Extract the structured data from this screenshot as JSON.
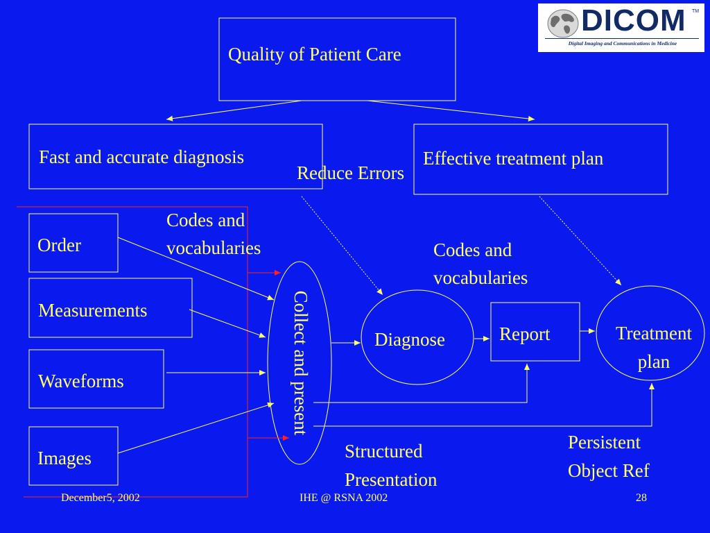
{
  "logo": {
    "wordmark": "DICOM",
    "trademark": "TM",
    "tagline": "Digital Imaging and Communications in Medicine"
  },
  "nodes": {
    "quality": "Quality of Patient Care",
    "diagnosis": "Fast and accurate diagnosis",
    "treatment_plan_goal": "Effective treatment plan",
    "order": "Order",
    "measurements": "Measurements",
    "waveforms": "Waveforms",
    "images": "Images",
    "collect": "Collect and present",
    "diagnose": "Diagnose",
    "report": "Report",
    "treatment": "Treatment plan"
  },
  "annotations": {
    "reduce_errors": "Reduce Errors",
    "codes_left": "Codes and vocabularies",
    "codes_right": "Codes and vocabularies",
    "structured_presentation": "Structured Presentation",
    "persistent_object_ref": "Persistent Object Ref"
  },
  "footer": {
    "date": "December5, 2002",
    "event": "IHE @ RSNA 2002",
    "page": "28"
  },
  "colors": {
    "background": "#0a1aee",
    "text": "#ffff66",
    "lines": "#ffff66",
    "highlight": "#ff2020",
    "logo_text": "#122a66"
  }
}
